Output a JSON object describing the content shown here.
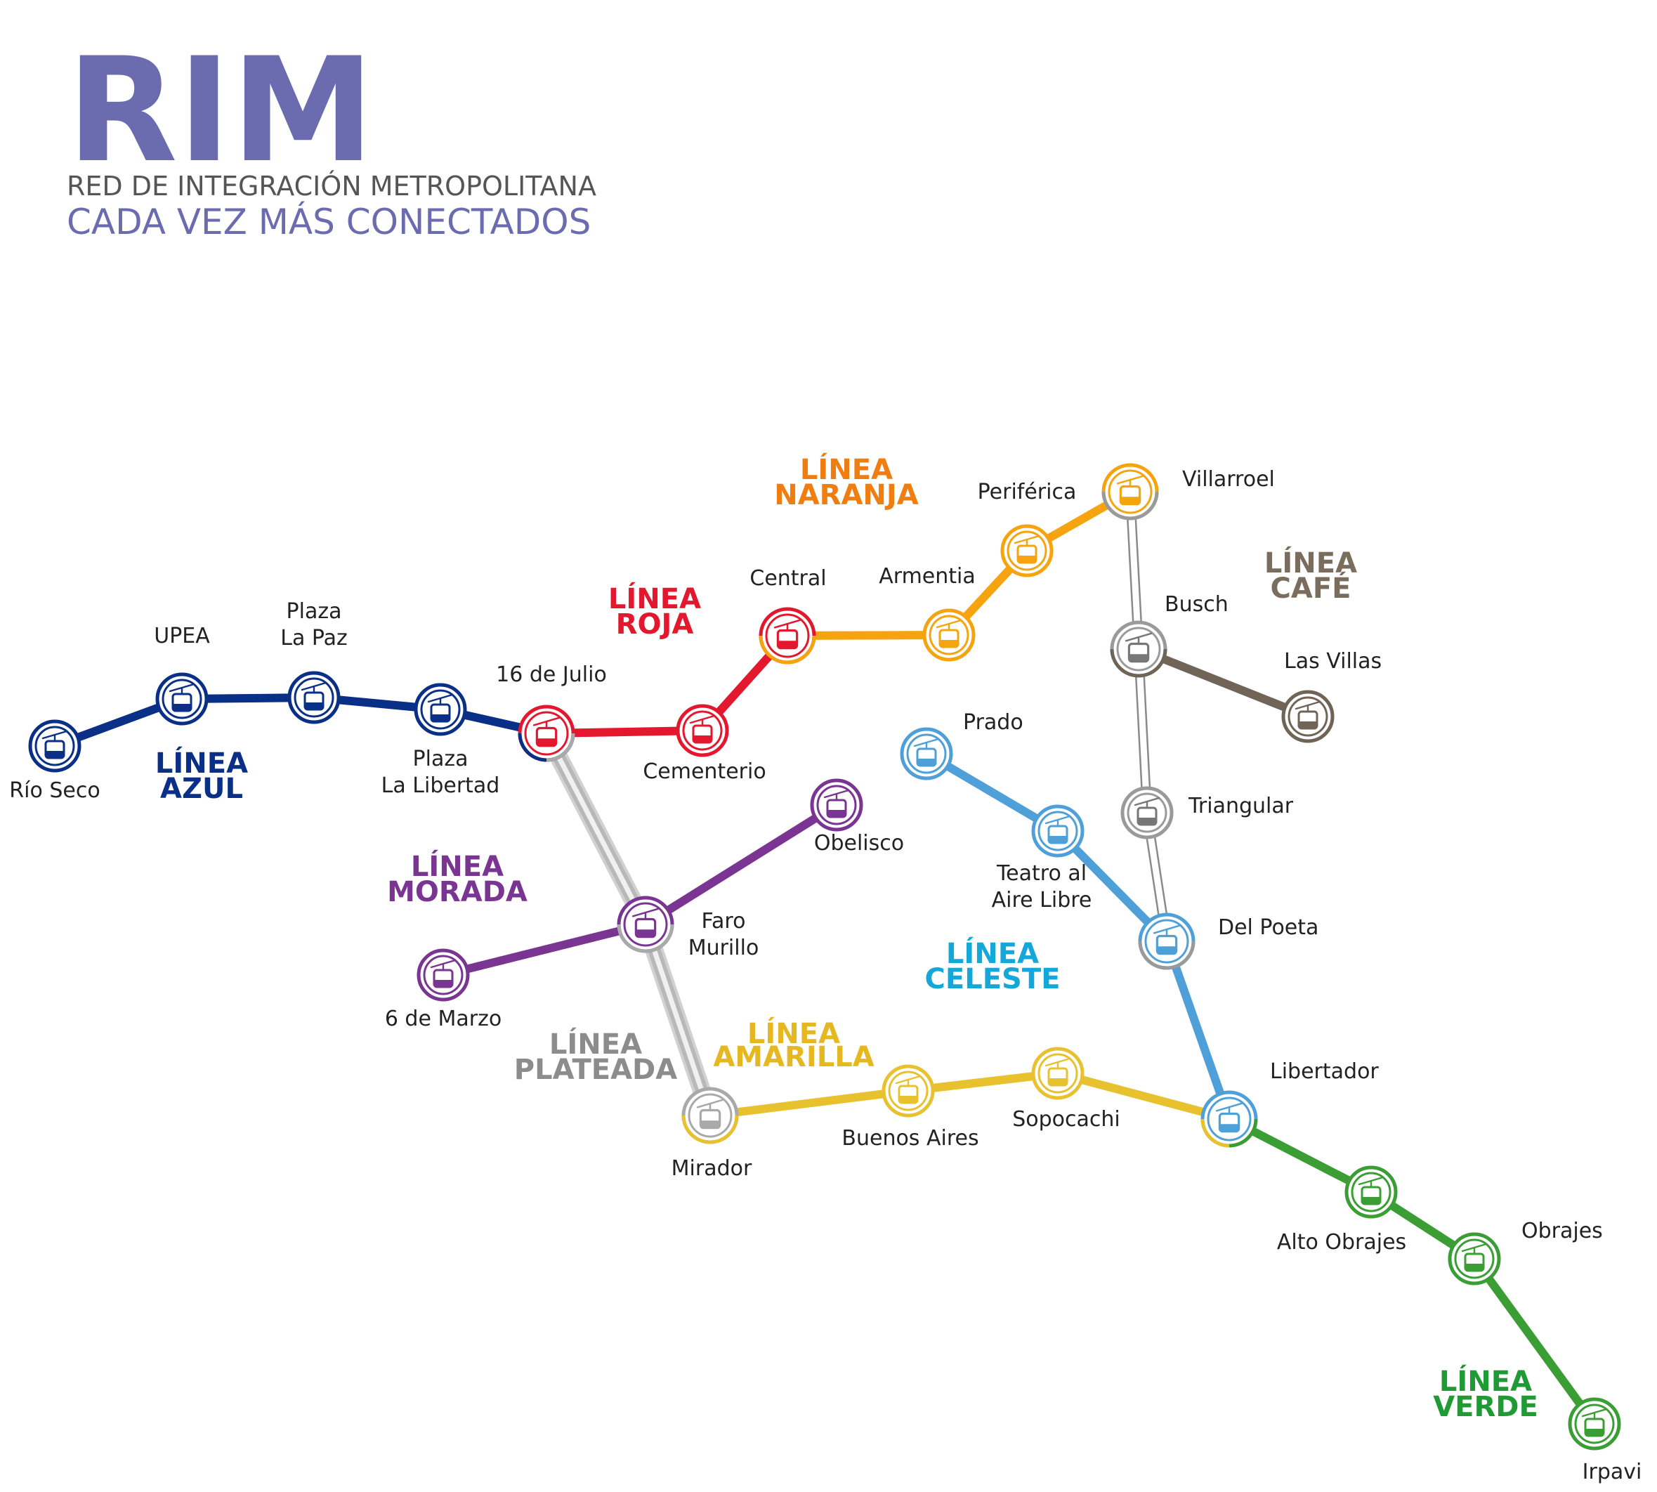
{
  "header": {
    "title": "RIM",
    "subtitle": "RED DE INTEGRACIÓN METROPOLITANA",
    "slogan": "CADA VEZ MÁS CONECTADOS",
    "title_color": "#6b6bb0",
    "subtitle_color": "#555555"
  },
  "lines": [
    {
      "id": "azul",
      "label": [
        "LÍNEA",
        "AZUL"
      ],
      "color": "#0a2f87",
      "stations": [
        "rio-seco",
        "upea",
        "plaza-la-paz",
        "plaza-la-libertad",
        "16-de-julio"
      ]
    },
    {
      "id": "roja",
      "label": [
        "LÍNEA",
        "ROJA"
      ],
      "color": "#e3172d",
      "stations": [
        "16-de-julio",
        "cementerio",
        "central"
      ]
    },
    {
      "id": "naranja",
      "label": [
        "LÍNEA",
        "NARANJA"
      ],
      "color": "#f5a40f",
      "stations": [
        "central",
        "armentia",
        "periferica",
        "villarroel"
      ]
    },
    {
      "id": "cafe",
      "label": [
        "LÍNEA",
        "CAFÉ"
      ],
      "color": "#6f6456",
      "stations": [
        "busch",
        "las-villas"
      ]
    },
    {
      "id": "blanca",
      "label": [],
      "color": "#bbbbbb",
      "stations": [
        "villarroel",
        "busch",
        "triangular",
        "del-poeta"
      ]
    },
    {
      "id": "celeste",
      "label": [
        "LÍNEA",
        "CELESTE"
      ],
      "color": "#4f9fd8",
      "stations": [
        "prado",
        "teatro",
        "del-poeta",
        "libertador"
      ]
    },
    {
      "id": "morada",
      "label": [
        "LÍNEA",
        "MORADA"
      ],
      "color": "#7a3592",
      "stations": [
        "6-de-marzo",
        "faro-murillo",
        "obelisco"
      ]
    },
    {
      "id": "plateada",
      "label": [
        "LÍNEA",
        "PLATEADA"
      ],
      "color": "#a9a9a9",
      "stations": [
        "16-de-julio",
        "faro-murillo",
        "mirador"
      ]
    },
    {
      "id": "amarilla",
      "label": [
        "LÍNEA",
        "AMARILLA"
      ],
      "color": "#e8c22e",
      "stations": [
        "mirador",
        "buenos-aires",
        "sopocachi",
        "libertador"
      ]
    },
    {
      "id": "verde",
      "label": [
        "LÍNEA",
        "VERDE"
      ],
      "color": "#3a9e35",
      "stations": [
        "libertador",
        "alto-obrajes",
        "obrajes",
        "irpavi"
      ]
    }
  ],
  "stations": [
    {
      "id": "rio-seco",
      "name": [
        "Río Seco"
      ],
      "line": "azul"
    },
    {
      "id": "upea",
      "name": [
        "UPEA"
      ],
      "line": "azul"
    },
    {
      "id": "plaza-la-paz",
      "name": [
        "Plaza",
        "La Paz"
      ],
      "line": "azul"
    },
    {
      "id": "plaza-la-libertad",
      "name": [
        "Plaza",
        "La Libertad"
      ],
      "line": "azul"
    },
    {
      "id": "16-de-julio",
      "name": [
        "16 de Julio"
      ],
      "line": "roja",
      "transfer": [
        "azul",
        "plateada"
      ]
    },
    {
      "id": "cementerio",
      "name": [
        "Cementerio"
      ],
      "line": "roja"
    },
    {
      "id": "central",
      "name": [
        "Central"
      ],
      "line": "roja",
      "transfer": [
        "naranja"
      ]
    },
    {
      "id": "armentia",
      "name": [
        "Armentia"
      ],
      "line": "naranja"
    },
    {
      "id": "periferica",
      "name": [
        "Periférica"
      ],
      "line": "naranja"
    },
    {
      "id": "villarroel",
      "name": [
        "Villarroel"
      ],
      "line": "naranja",
      "transfer": [
        "blanca"
      ]
    },
    {
      "id": "busch",
      "name": [
        "Busch"
      ],
      "line": "blanca",
      "transfer": [
        "cafe"
      ]
    },
    {
      "id": "las-villas",
      "name": [
        "Las Villas"
      ],
      "line": "cafe"
    },
    {
      "id": "triangular",
      "name": [
        "Triangular"
      ],
      "line": "blanca"
    },
    {
      "id": "del-poeta",
      "name": [
        "Del Poeta"
      ],
      "line": "celeste",
      "transfer": [
        "blanca"
      ]
    },
    {
      "id": "prado",
      "name": [
        "Prado"
      ],
      "line": "celeste"
    },
    {
      "id": "teatro",
      "name": [
        "Teatro al",
        "Aire Libre"
      ],
      "line": "celeste"
    },
    {
      "id": "obelisco",
      "name": [
        "Obelisco"
      ],
      "line": "morada"
    },
    {
      "id": "faro-murillo",
      "name": [
        "Faro",
        "Murillo"
      ],
      "line": "morada",
      "transfer": [
        "plateada"
      ]
    },
    {
      "id": "6-de-marzo",
      "name": [
        "6 de Marzo"
      ],
      "line": "morada"
    },
    {
      "id": "mirador",
      "name": [
        "Mirador"
      ],
      "line": "plateada",
      "transfer": [
        "amarilla"
      ]
    },
    {
      "id": "buenos-aires",
      "name": [
        "Buenos Aires"
      ],
      "line": "amarilla"
    },
    {
      "id": "sopocachi",
      "name": [
        "Sopocachi"
      ],
      "line": "amarilla"
    },
    {
      "id": "libertador",
      "name": [
        "Libertador"
      ],
      "line": "celeste",
      "transfer": [
        "amarilla",
        "verde"
      ]
    },
    {
      "id": "alto-obrajes",
      "name": [
        "Alto Obrajes"
      ],
      "line": "verde"
    },
    {
      "id": "obrajes",
      "name": [
        "Obrajes"
      ],
      "line": "verde"
    },
    {
      "id": "irpavi",
      "name": [
        "Irpavi"
      ],
      "line": "verde"
    }
  ]
}
